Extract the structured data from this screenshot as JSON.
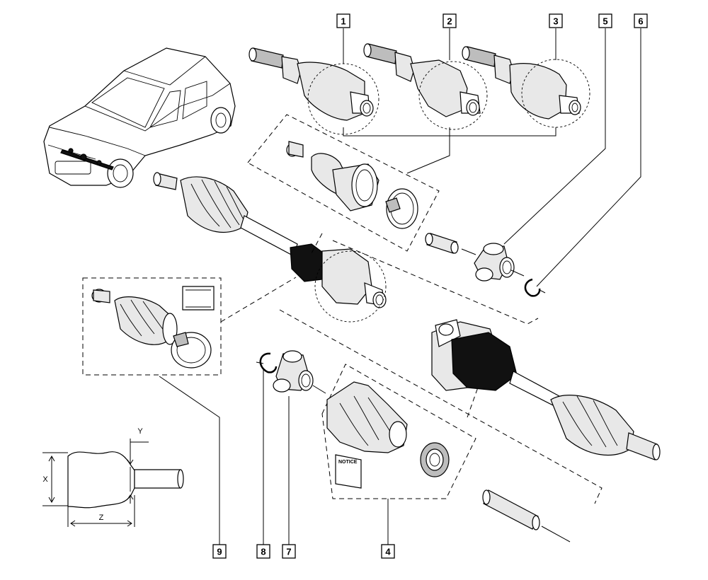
{
  "callouts": {
    "c1": "1",
    "c2": "2",
    "c3": "3",
    "c4": "4",
    "c5": "5",
    "c6": "6",
    "c7": "7",
    "c8": "8",
    "c9": "9"
  },
  "dimensions": {
    "x": "X",
    "y": "Y",
    "z": "Z"
  },
  "notice_label": "NOTICE"
}
